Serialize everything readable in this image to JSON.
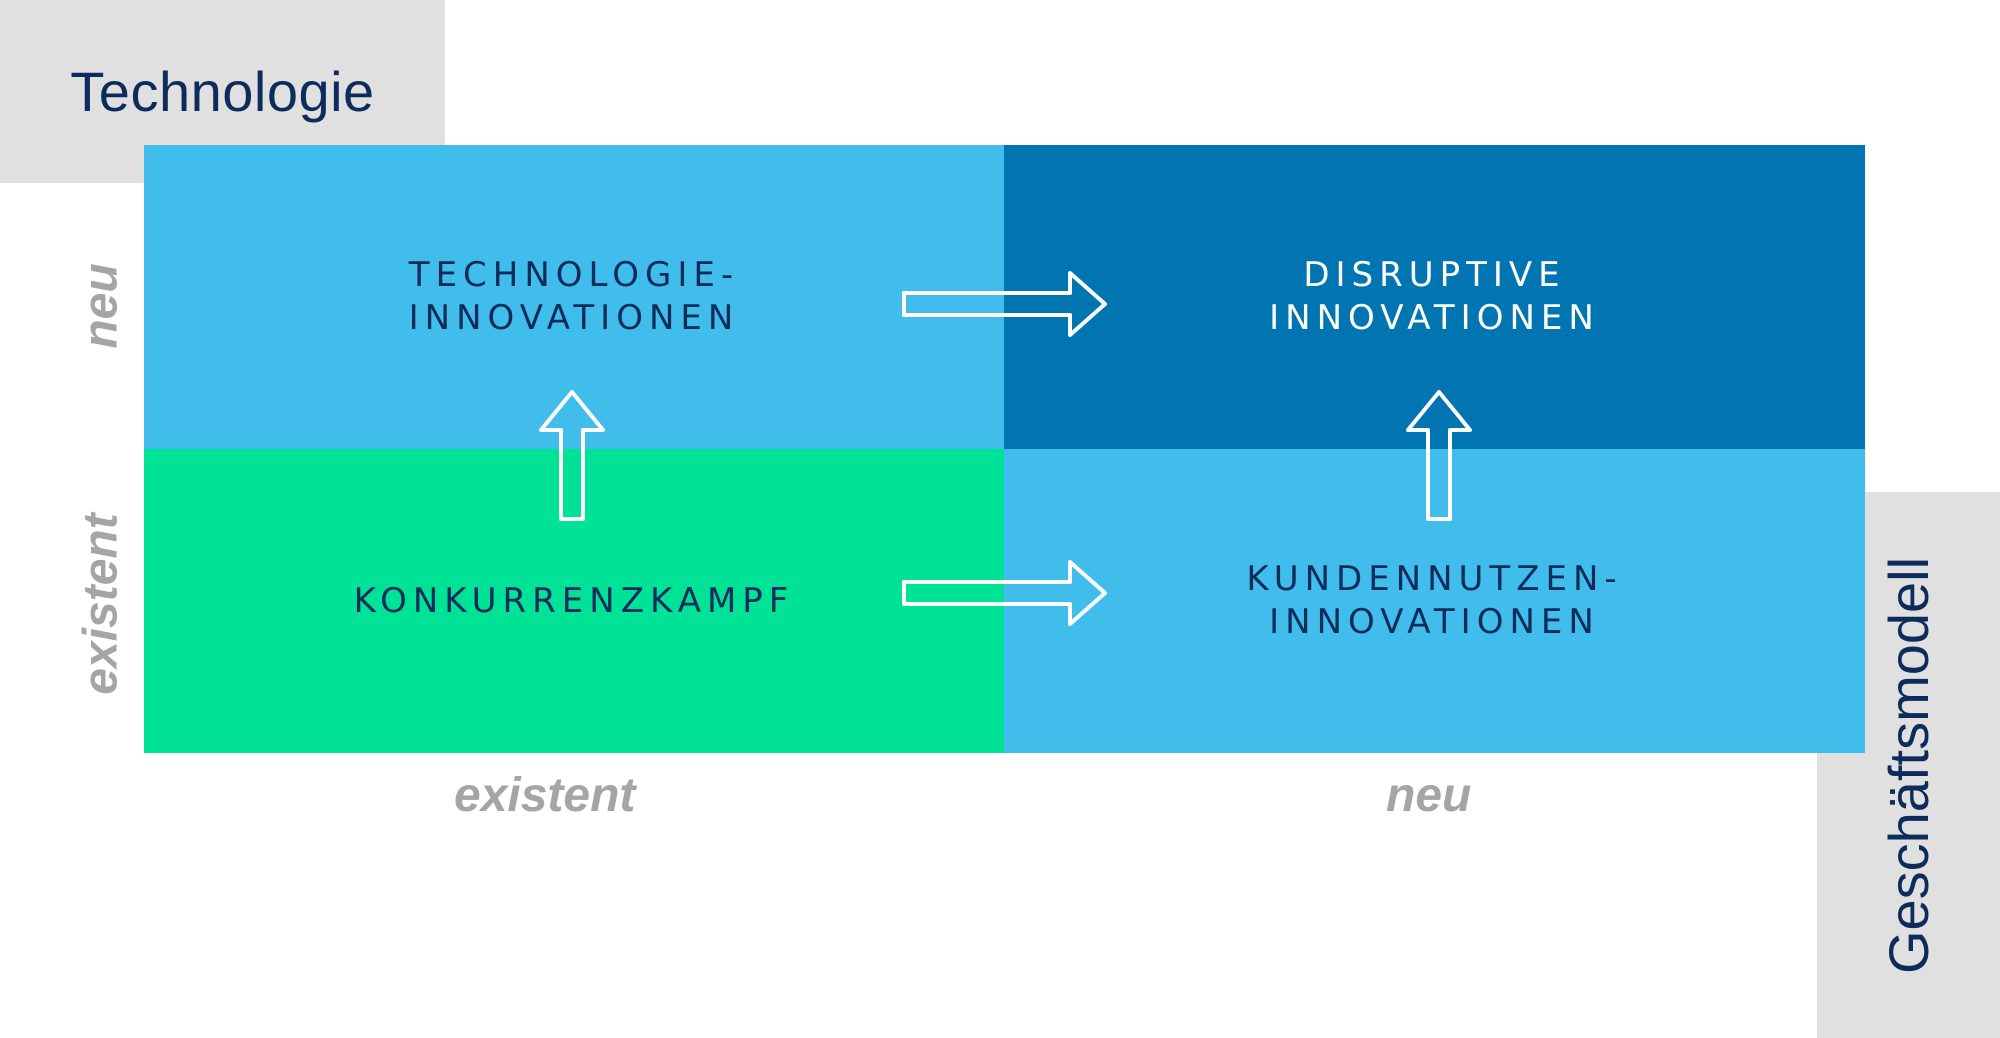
{
  "axes": {
    "y_title": "Technologie",
    "x_title": "Geschäftsmodell",
    "x_low": "existent",
    "x_high": "neu",
    "y_low": "existent",
    "y_high": "neu"
  },
  "quadrants": {
    "top_left": [
      "TECHNOLOGIE-",
      "INNOVATIONEN"
    ],
    "top_right": [
      "DISRUPTIVE",
      "INNOVATIONEN"
    ],
    "bottom_left": [
      "KONKURRENZKAMPF"
    ],
    "bottom_right": [
      "KUNDENNUTZEN-",
      "INNOVATIONEN"
    ]
  },
  "colors": {
    "light_blue": "#41bdec",
    "dark_blue": "#0174b2",
    "green": "#00e396",
    "label_bg": "#e0e0e0",
    "title_text": "#0d2b5b",
    "axis_text": "#a5a5a5"
  },
  "icons": [
    "arrow-right-icon",
    "arrow-up-icon"
  ]
}
